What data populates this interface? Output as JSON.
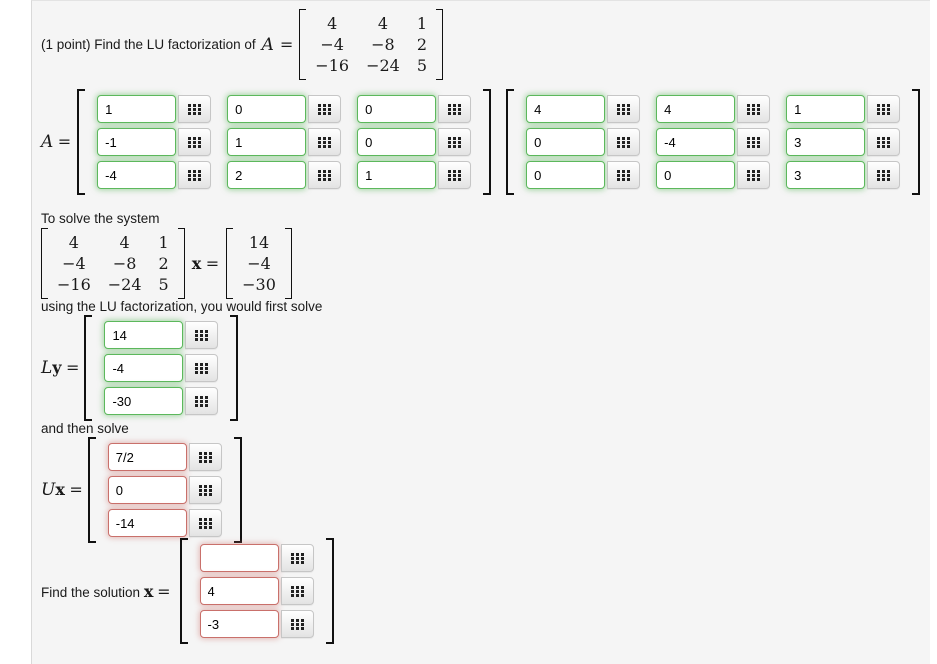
{
  "colors": {
    "correct": "#5cb85c",
    "incorrect": "#c9706b",
    "panel_bg": "#f5f5f5"
  },
  "intro": {
    "text": "(1 point) Find the LU factorization of",
    "var": "A",
    "eq": "=",
    "matrix": [
      [
        "4",
        "4",
        "1"
      ],
      [
        "−4",
        "−8",
        "2"
      ],
      [
        "−16",
        "−24",
        "5"
      ]
    ]
  },
  "factor": {
    "var": "A",
    "eq": "=",
    "L": [
      [
        "1",
        "0",
        "0"
      ],
      [
        "-1",
        "1",
        "0"
      ],
      [
        "-4",
        "2",
        "1"
      ]
    ],
    "U": [
      [
        "4",
        "4",
        "1"
      ],
      [
        "0",
        "-4",
        "3"
      ],
      [
        "0",
        "0",
        "3"
      ]
    ]
  },
  "system": {
    "before": "To solve the system",
    "matrix": [
      [
        "4",
        "4",
        "1"
      ],
      [
        "−4",
        "−8",
        "2"
      ],
      [
        "−16",
        "−24",
        "5"
      ]
    ],
    "x": "x",
    "eq": "=",
    "rhs": [
      "14",
      "−4",
      "−30"
    ],
    "after": "using the LU factorization, you would first solve"
  },
  "ly": {
    "l": "L",
    "y": "y",
    "eq": "=",
    "values": [
      "14",
      "-4",
      "-30"
    ]
  },
  "then_text": "and then solve",
  "ux": {
    "u": "U",
    "x": "x",
    "eq": "=",
    "values": [
      "7/2",
      "0",
      "-14"
    ]
  },
  "solution": {
    "text": "Find the solution",
    "x": "x",
    "eq": "=",
    "values": [
      "",
      "4",
      "-3"
    ]
  }
}
